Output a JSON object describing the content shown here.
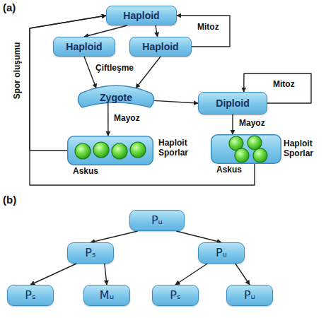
{
  "diagram": {
    "nodes": [
      {
        "text": [
          "Haploid"
        ]
      },
      {
        "text": [
          "Haploid"
        ]
      },
      {
        "text": [
          "Haploid"
        ]
      },
      {
        "text": [
          "Zygote"
        ]
      },
      {
        "text": [
          "Diploid"
        ]
      },
      {
        "text": [
          "Askus"
        ]
      },
      {
        "text": [
          "Askus"
        ]
      },
      {
        "text": [
          "Pᵤ"
        ]
      },
      {
        "text": [
          "Pₛ"
        ]
      },
      {
        "text": [
          "Pᵤ"
        ]
      },
      {
        "text": [
          "Pₛ"
        ]
      },
      {
        "text": [
          "Mᵤ"
        ]
      },
      {
        "text": [
          "Pₛ"
        ]
      },
      {
        "text": [
          "Pᵤ"
        ]
      }
    ],
    "edges": [
      {
        "from": 0,
        "to": 1,
        "arrow": "to"
      },
      {
        "from": 0,
        "to": 2,
        "arrow": "to"
      },
      {
        "from": 2,
        "to": 0,
        "arrow": "to",
        "label": "Mitoz"
      },
      {
        "from": 1,
        "to": 3,
        "arrow": "to"
      },
      {
        "from": 2,
        "to": 3,
        "arrow": "to"
      },
      {
        "from": 3,
        "to": 4,
        "arrow": "to"
      },
      {
        "from": 4,
        "to": 4,
        "arrow": "to",
        "label": "Mitoz"
      },
      {
        "from": 3,
        "to": 5,
        "arrow": "to",
        "label": "Mayoz"
      },
      {
        "from": 4,
        "to": 6,
        "arrow": "to",
        "label": "Mayoz"
      },
      {
        "from": 5,
        "to": 0,
        "arrow": "to"
      },
      {
        "from": 6,
        "to": 0,
        "arrow": "to"
      },
      {
        "from": 7,
        "to": 8,
        "arrow": "to"
      },
      {
        "from": 7,
        "to": 9,
        "arrow": "to"
      },
      {
        "from": 8,
        "to": 10,
        "arrow": "to"
      },
      {
        "from": 8,
        "to": 11,
        "arrow": "to"
      },
      {
        "from": 9,
        "to": 12,
        "arrow": "to"
      },
      {
        "from": 9,
        "to": 13,
        "arrow": "to"
      }
    ],
    "labels": [
      "(a)",
      "Spor oluşumu",
      "Çiftleşme",
      "Haploit Sporlar",
      "Haploit Sporlar",
      "(b)"
    ]
  }
}
